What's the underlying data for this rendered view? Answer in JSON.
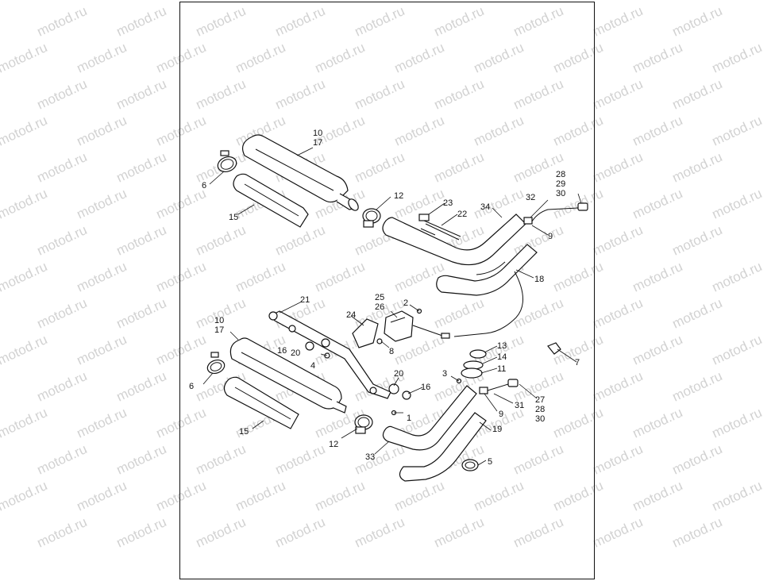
{
  "watermark": {
    "text": "motod.ru",
    "color": "#d2d2d2"
  },
  "diagram": {
    "type": "exploded-parts-diagram",
    "frame_color": "#111111",
    "callouts": [
      {
        "id": "c1",
        "text": "10"
      },
      {
        "id": "c2",
        "text": "17"
      },
      {
        "id": "c3",
        "text": "6"
      },
      {
        "id": "c4",
        "text": "15"
      },
      {
        "id": "c5",
        "text": "12"
      },
      {
        "id": "c6",
        "text": "23"
      },
      {
        "id": "c7",
        "text": "22"
      },
      {
        "id": "c8",
        "text": "34"
      },
      {
        "id": "c9",
        "text": "32"
      },
      {
        "id": "c10",
        "text": "28"
      },
      {
        "id": "c11",
        "text": "29"
      },
      {
        "id": "c12",
        "text": "30"
      },
      {
        "id": "c13",
        "text": "9"
      },
      {
        "id": "c14",
        "text": "18"
      },
      {
        "id": "c15",
        "text": "21"
      },
      {
        "id": "c16",
        "text": "25"
      },
      {
        "id": "c17",
        "text": "26"
      },
      {
        "id": "c18",
        "text": "2"
      },
      {
        "id": "c19",
        "text": "24"
      },
      {
        "id": "c20",
        "text": "10"
      },
      {
        "id": "c21",
        "text": "17"
      },
      {
        "id": "c22",
        "text": "16"
      },
      {
        "id": "c23",
        "text": "20"
      },
      {
        "id": "c24",
        "text": "8"
      },
      {
        "id": "c25",
        "text": "4"
      },
      {
        "id": "c26",
        "text": "13"
      },
      {
        "id": "c27",
        "text": "14"
      },
      {
        "id": "c28",
        "text": "11"
      },
      {
        "id": "c29",
        "text": "7"
      },
      {
        "id": "c30",
        "text": "6"
      },
      {
        "id": "c31",
        "text": "20"
      },
      {
        "id": "c32",
        "text": "16"
      },
      {
        "id": "c33",
        "text": "3"
      },
      {
        "id": "c34",
        "text": "27"
      },
      {
        "id": "c35",
        "text": "28"
      },
      {
        "id": "c36",
        "text": "30"
      },
      {
        "id": "c37",
        "text": "9"
      },
      {
        "id": "c38",
        "text": "31"
      },
      {
        "id": "c39",
        "text": "1"
      },
      {
        "id": "c40",
        "text": "15"
      },
      {
        "id": "c41",
        "text": "12"
      },
      {
        "id": "c42",
        "text": "19"
      },
      {
        "id": "c43",
        "text": "33"
      },
      {
        "id": "c44",
        "text": "5"
      }
    ]
  }
}
